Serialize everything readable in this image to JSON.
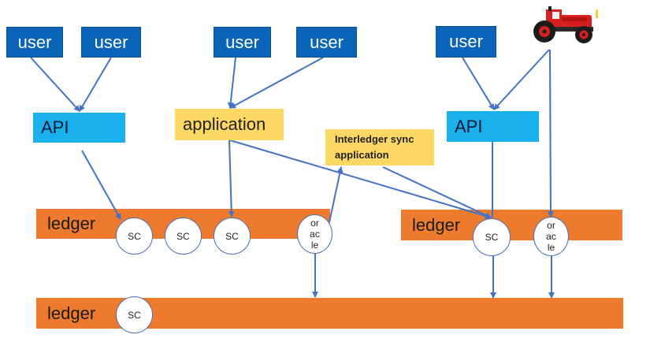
{
  "users": [
    "user",
    "user",
    "user",
    "user",
    "user"
  ],
  "api_left": "API",
  "api_right": "API",
  "application": "application",
  "sync": {
    "line1": "Interledger sync",
    "line2": "application"
  },
  "ledger_top_left": "ledger",
  "ledger_top_right": "ledger",
  "ledger_bottom": "ledger",
  "sc_label": "SC",
  "oracle_lines": [
    "or",
    "ac",
    "le"
  ],
  "colors": {
    "user": "#0a64b8",
    "api": "#1ab0ee",
    "application": "#fdd865",
    "ledger": "#ee7a2e",
    "arrow": "#4472c4"
  }
}
